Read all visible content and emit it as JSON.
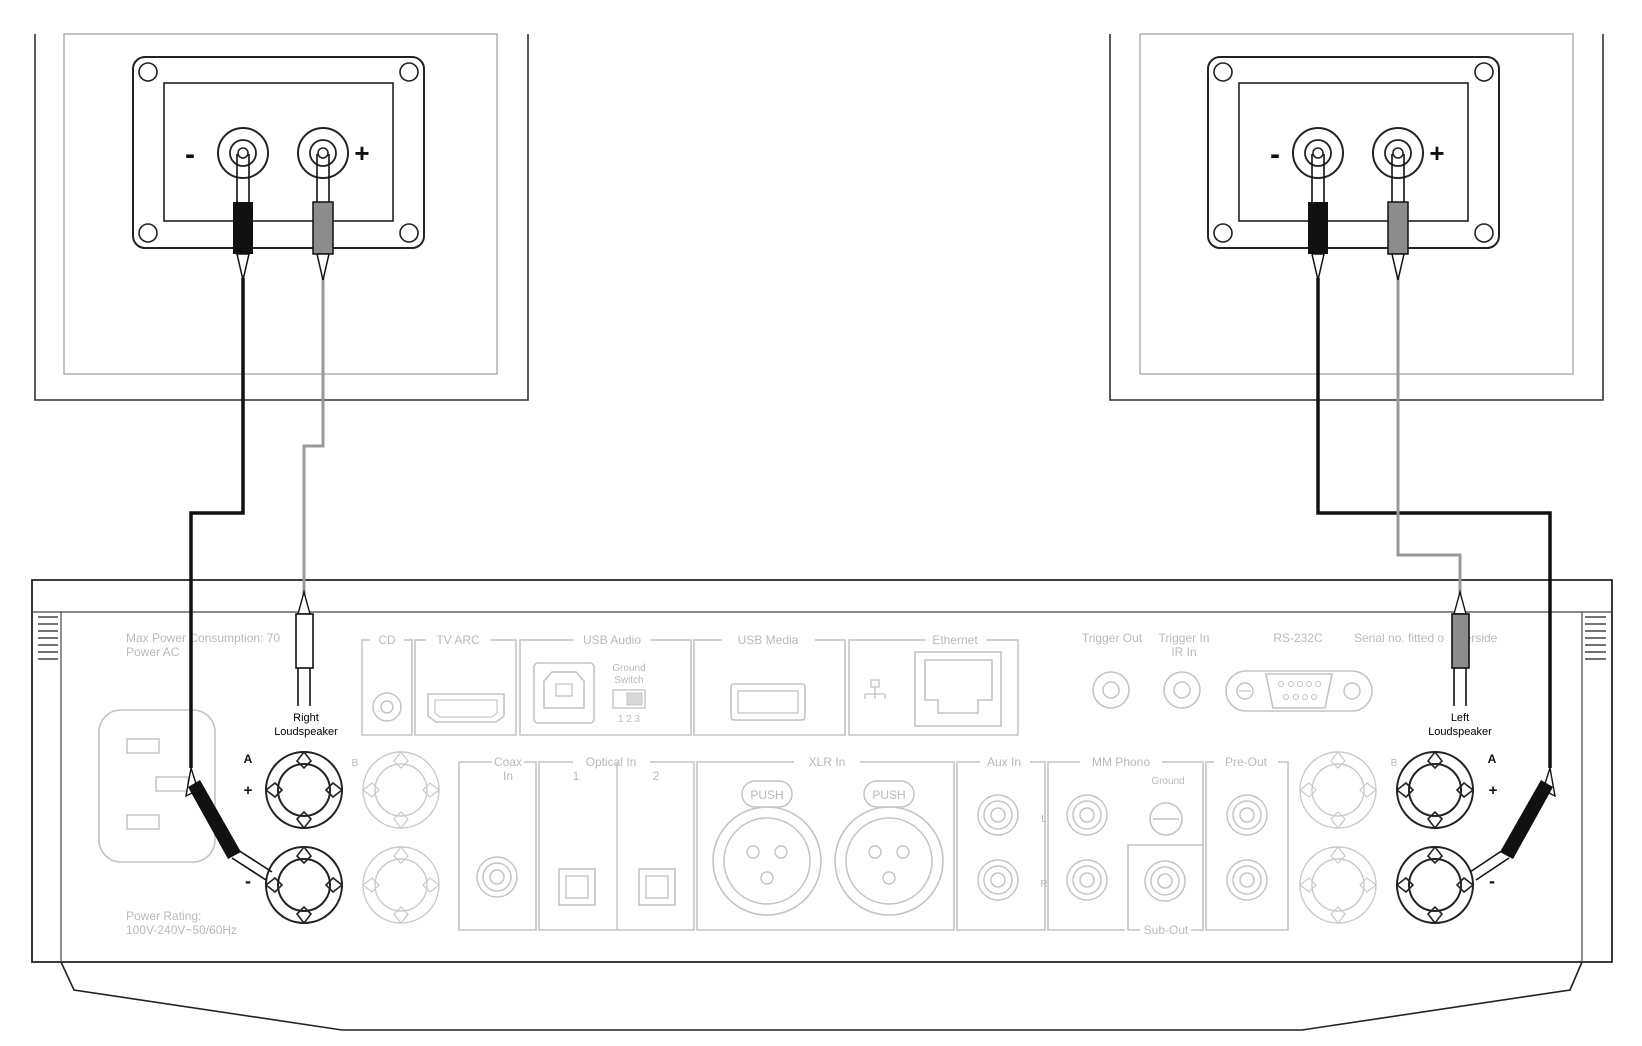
{
  "speakers": {
    "minus": "-",
    "plus": "+"
  },
  "amp": {
    "power_consumption": "Max Power Consumption: 70",
    "power_ac": "Power AC",
    "power_rating_1": "Power Rating:",
    "power_rating_2": "100V-240V~50/60Hz",
    "serial": "Serial no. fitted o",
    "serial_tail": "derside",
    "sections": {
      "cd": "CD",
      "tv_arc": "TV ARC",
      "usb_audio": "USB Audio",
      "usb_media": "USB Media",
      "ethernet": "Ethernet",
      "trigger_out": "Trigger Out",
      "trigger_in": "Trigger In",
      "ir_in": "IR In",
      "rs232c": "RS-232C",
      "coax": "Coax",
      "coax_in": "In",
      "optical_in": "Optical In",
      "optical_1": "1",
      "optical_2": "2",
      "xlr_in": "XLR In",
      "aux_in": "Aux In",
      "mm_phono": "MM Phono",
      "ground": "Ground",
      "pre_out": "Pre-Out",
      "sub_out": "Sub-Out"
    },
    "ground_switch_1": "Ground",
    "ground_switch_2": "Switch",
    "ground_switch_positions": "1  2  3",
    "push": "PUSH",
    "ch_l": "L",
    "ch_r": "R",
    "term_a": "A",
    "term_b": "B",
    "term_plus": "+",
    "term_minus": "-"
  },
  "labels": {
    "right_1": "Right",
    "right_2": "Loudspeaker",
    "left_1": "Left",
    "left_2": "Loudspeaker"
  },
  "colors": {
    "black_wire": "#111111",
    "grey_wire": "#999999",
    "panel_lines": "#c4c4c4"
  }
}
